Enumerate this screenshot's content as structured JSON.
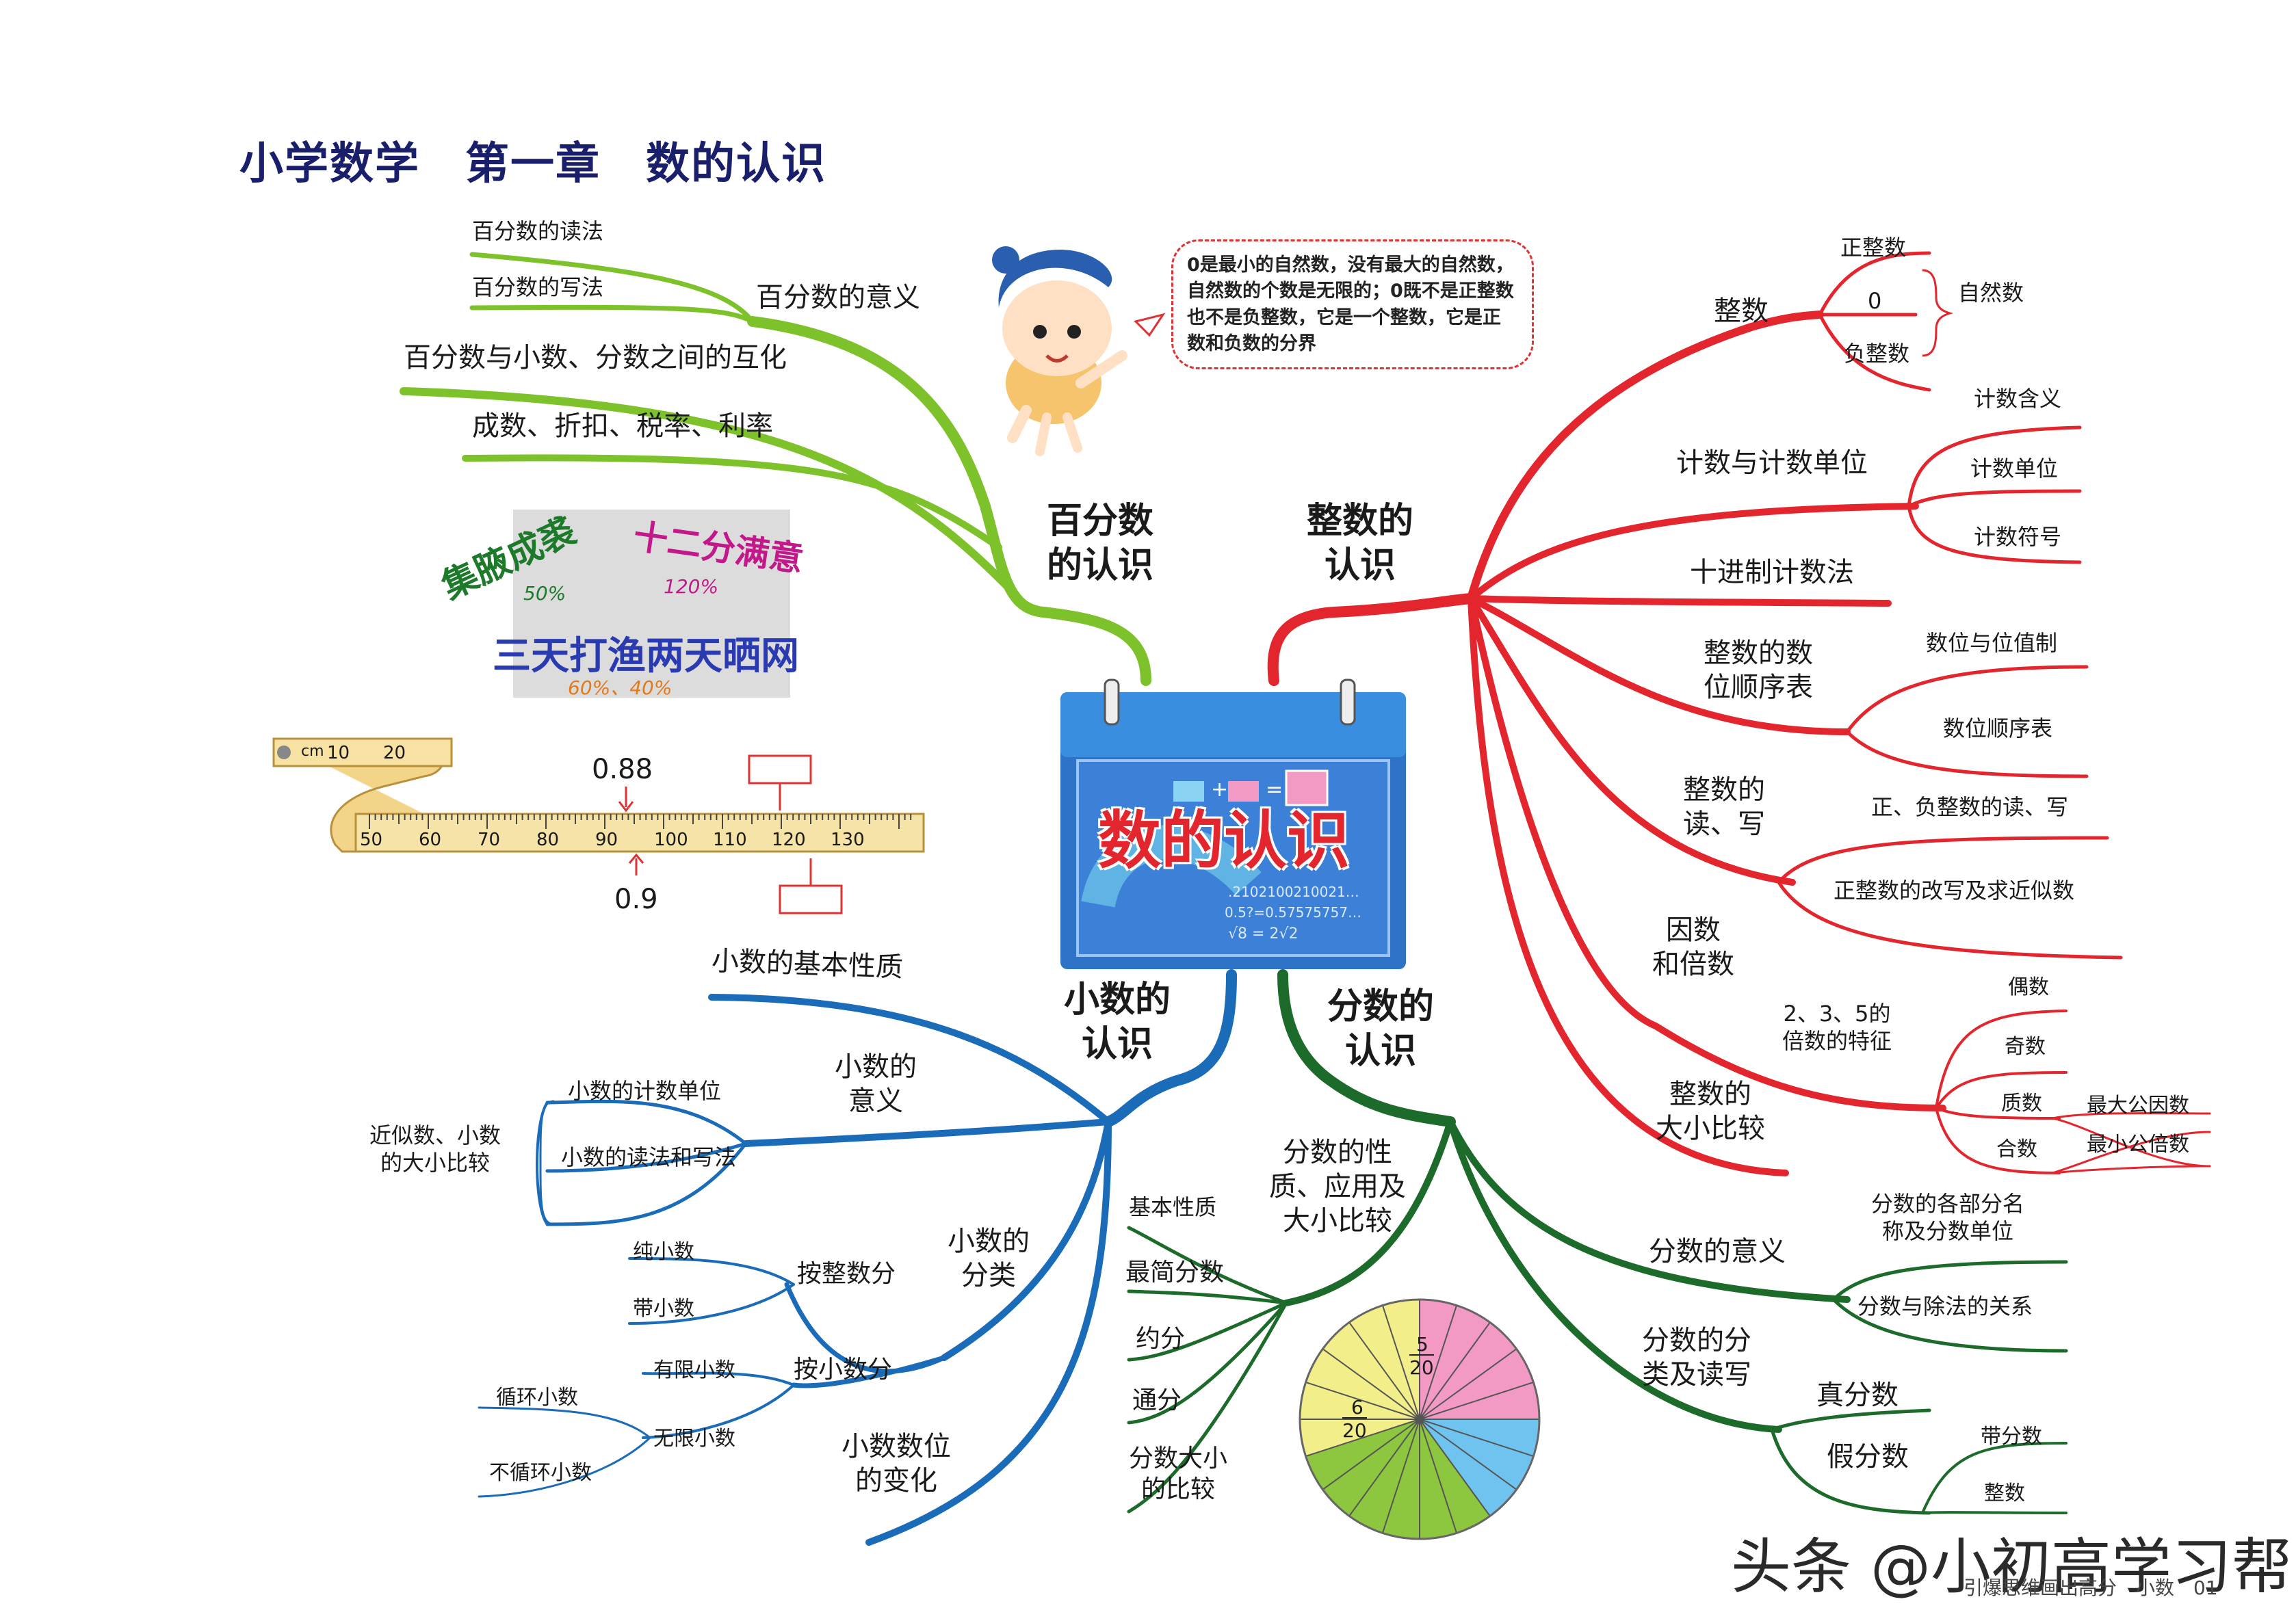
{
  "title": "小学数学　第一章　数的认识",
  "center": {
    "title": "数的认识",
    "formulas": [
      ".2102100210021…",
      "0.5?=0.57575757…",
      "√8 = 2√2"
    ]
  },
  "colors": {
    "green": "#7dc22a",
    "red": "#e3262d",
    "blue": "#1a6bb8",
    "darkgreen": "#1c6b2a"
  },
  "bubble": {
    "text": "0是最小的自然数，没有最大的自然数，自然数的个数是无限的；0既不是正整数也不是负整数，它是一个整数，它是正数和负数的分界"
  },
  "percent_branch": {
    "label": "百分数\n的认识",
    "meaning": "百分数的意义",
    "read": "百分数的读法",
    "write": "百分数的写法",
    "convert": "百分数与小数、分数之间的互化",
    "apps": "成数、折扣、税率、利率"
  },
  "idioms": {
    "phrase1": "集腋成裘",
    "pct1": "50%",
    "phrase2": "十二分满意",
    "pct2": "120%",
    "phrase3": "三天打渔两天晒网",
    "pct3": "60%、40%"
  },
  "ruler": {
    "unit": "cm",
    "start": [
      "10",
      "20"
    ],
    "ticks": [
      "50",
      "60",
      "70",
      "80",
      "90",
      "100",
      "110",
      "120",
      "130"
    ],
    "above": "0.88",
    "below": "0.9"
  },
  "integer_branch": {
    "label": "整数的\n认识",
    "integers": "整数",
    "positive": "正整数",
    "zero": "0",
    "negative": "负整数",
    "natural": "自然数",
    "counting": "计数与计数单位",
    "count_meaning": "计数含义",
    "count_unit": "计数单位",
    "count_symbol": "计数符号",
    "decimal_system": "十进制计数法",
    "place_order": "整数的数\n位顺序表",
    "place_value": "数位与位值制",
    "place_table": "数位顺序表",
    "read_write": "整数的\n读、写",
    "rw_pos_neg": "正、负整数的读、写",
    "rw_rewrite": "正整数的改写及求近似数",
    "factors": "因数\n和倍数",
    "multiples_235": "2、3、5的\n倍数的特征",
    "even": "偶数",
    "odd": "奇数",
    "prime": "质数",
    "composite": "合数",
    "gcf": "最大公因数",
    "lcm": "最小公倍数",
    "compare": "整数的\n大小比较"
  },
  "decimal_branch": {
    "label": "小数的\n认识",
    "basic": "小数的基本性质",
    "meaning": "小数的\n意义",
    "count_unit": "小数的计数单位",
    "read_write": "小数的读法和写法",
    "approx": "近似数、小数\n的大小比较",
    "classify": "小数的\n分类",
    "by_integer": "按整数分",
    "pure": "纯小数",
    "mixed": "带小数",
    "by_decimal": "按小数分",
    "finite": "有限小数",
    "infinite": "无限小数",
    "repeating": "循环小数",
    "nonrepeating": "不循环小数",
    "shift": "小数数位\n的变化"
  },
  "fraction_branch": {
    "label": "分数的\n认识",
    "props": "分数的性\n质、应用及\n大小比较",
    "basic": "基本性质",
    "simplest": "最简分数",
    "reduce": "约分",
    "common": "通分",
    "compare": "分数大小\n的比较",
    "meaning": "分数的意义",
    "parts": "分数的各部分名\n称及分数单位",
    "division": "分数与除法的关系",
    "classes": "分数的分\n类及读写",
    "proper": "真分数",
    "improper": "假分数",
    "mixed": "带分数",
    "whole": "整数",
    "pie_label1_num": "5",
    "pie_label1_den": "20",
    "pie_label2_num": "6",
    "pie_label2_den": "20"
  },
  "pie_fractions": [
    {
      "value": 5,
      "color": "#f29ac3"
    },
    {
      "value": 3,
      "color": "#6ec4ee"
    },
    {
      "value": 6,
      "color": "#8dc63f"
    },
    {
      "value": 6,
      "color": "#f2ef8a"
    }
  ],
  "watermark": "头条 @小初高学习帮",
  "footer": "引爆思维画出高分　小数　01"
}
